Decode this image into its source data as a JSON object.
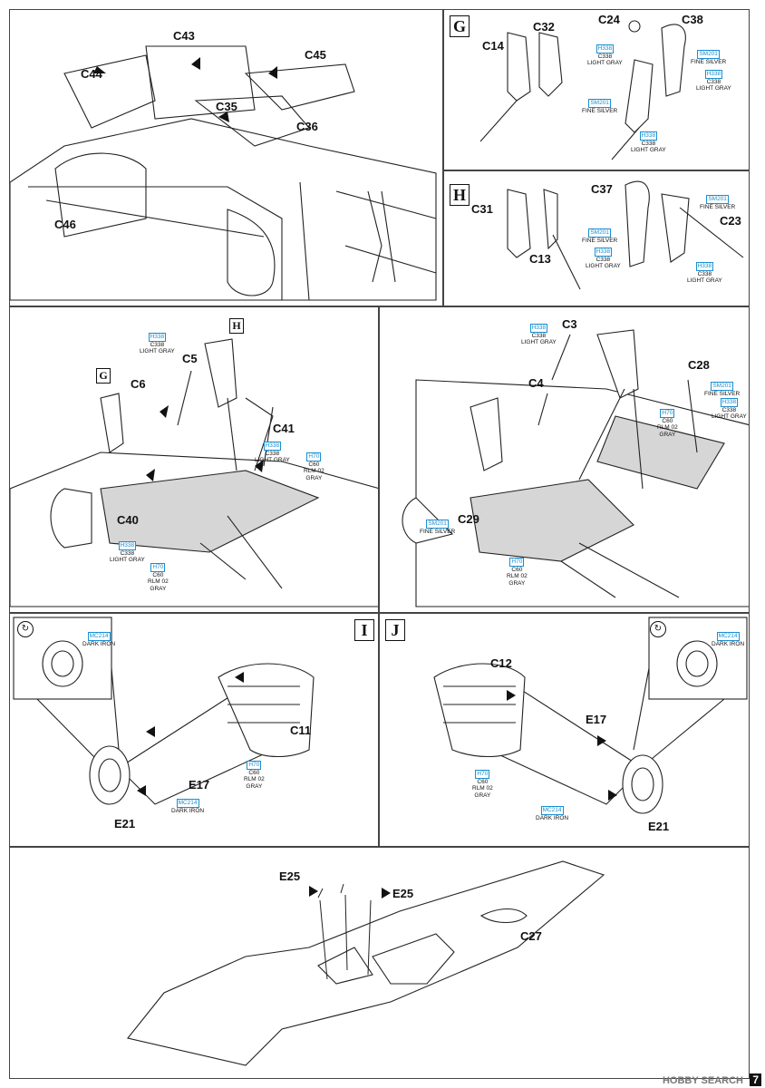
{
  "page_number": "7",
  "watermark": "HOBBY SEARCH",
  "colors": {
    "callout_blue": "#1a8fd1"
  },
  "panel1": {
    "parts": [
      "C43",
      "C44",
      "C45",
      "C35",
      "C36",
      "C46"
    ]
  },
  "panel_g": {
    "step": "G",
    "parts": [
      "C14",
      "C32",
      "C24",
      "C38"
    ],
    "callouts": [
      {
        "code": "H338",
        "lines": [
          "C338",
          "LIGHT GRAY"
        ]
      },
      {
        "code": "SM201",
        "lines": [
          "FINE SILVER"
        ]
      },
      {
        "code": "H338",
        "lines": [
          "C338",
          "LIGHT GRAY"
        ]
      },
      {
        "code": "SM201",
        "lines": [
          "FINE SILVER"
        ]
      },
      {
        "code": "H338",
        "lines": [
          "C338",
          "LIGHT GRAY"
        ]
      }
    ]
  },
  "panel_h": {
    "step": "H",
    "parts": [
      "C37",
      "C31",
      "C23",
      "C13"
    ],
    "callouts": [
      {
        "code": "SM201",
        "lines": [
          "FINE SILVER"
        ]
      },
      {
        "code": "SM201",
        "lines": [
          "FINE SILVER"
        ]
      },
      {
        "code": "H338",
        "lines": [
          "C338",
          "LIGHT GRAY"
        ]
      },
      {
        "code": "H338",
        "lines": [
          "C338",
          "LIGHT GRAY"
        ]
      }
    ]
  },
  "panel3": {
    "step_g": "G",
    "step_h": "H",
    "parts": [
      "C5",
      "C6",
      "C41",
      "C40"
    ],
    "callouts": [
      {
        "code": "H338",
        "lines": [
          "C338",
          "LIGHT GRAY"
        ]
      },
      {
        "code": "H338",
        "lines": [
          "C338",
          "LIGHT GRAY"
        ]
      },
      {
        "code": "H70",
        "lines": [
          "C60",
          "RLM 02",
          "GRAY"
        ]
      },
      {
        "code": "H338",
        "lines": [
          "C338",
          "LIGHT GRAY"
        ]
      },
      {
        "code": "H70",
        "lines": [
          "C60",
          "RLM 02",
          "GRAY"
        ]
      }
    ]
  },
  "panel4": {
    "parts": [
      "C3",
      "C28",
      "C4",
      "C29"
    ],
    "callouts": [
      {
        "code": "H338",
        "lines": [
          "C338",
          "LIGHT GRAY"
        ]
      },
      {
        "code": "SM201",
        "lines": [
          "FINE SILVER"
        ]
      },
      {
        "code": "H70",
        "lines": [
          "C60",
          "RLM 02",
          "GRAY"
        ]
      },
      {
        "code": "H338",
        "lines": [
          "C338",
          "LIGHT GRAY"
        ]
      },
      {
        "code": "SM201",
        "lines": [
          "FINE SILVER"
        ]
      },
      {
        "code": "H70",
        "lines": [
          "C60",
          "RLM 02",
          "GRAY"
        ]
      }
    ]
  },
  "panel_i": {
    "step": "I",
    "parts": [
      "C11",
      "E17",
      "E21"
    ],
    "callouts": [
      {
        "code": "MC214",
        "lines": [
          "DARK IRON"
        ]
      },
      {
        "code": "H70",
        "lines": [
          "C60",
          "RLM 02",
          "GRAY"
        ]
      },
      {
        "code": "MC214",
        "lines": [
          "DARK IRON"
        ]
      }
    ]
  },
  "panel_j": {
    "step": "J",
    "parts": [
      "C12",
      "E17",
      "E21"
    ],
    "callouts": [
      {
        "code": "MC214",
        "lines": [
          "DARK IRON"
        ]
      },
      {
        "code": "H70",
        "lines": [
          "C60",
          "RLM 02",
          "GRAY"
        ]
      },
      {
        "code": "MC214",
        "lines": [
          "DARK IRON"
        ]
      }
    ]
  },
  "panel_bottom": {
    "parts": [
      "E25",
      "E25",
      "C27"
    ]
  },
  "rotate_symbol": "↻"
}
